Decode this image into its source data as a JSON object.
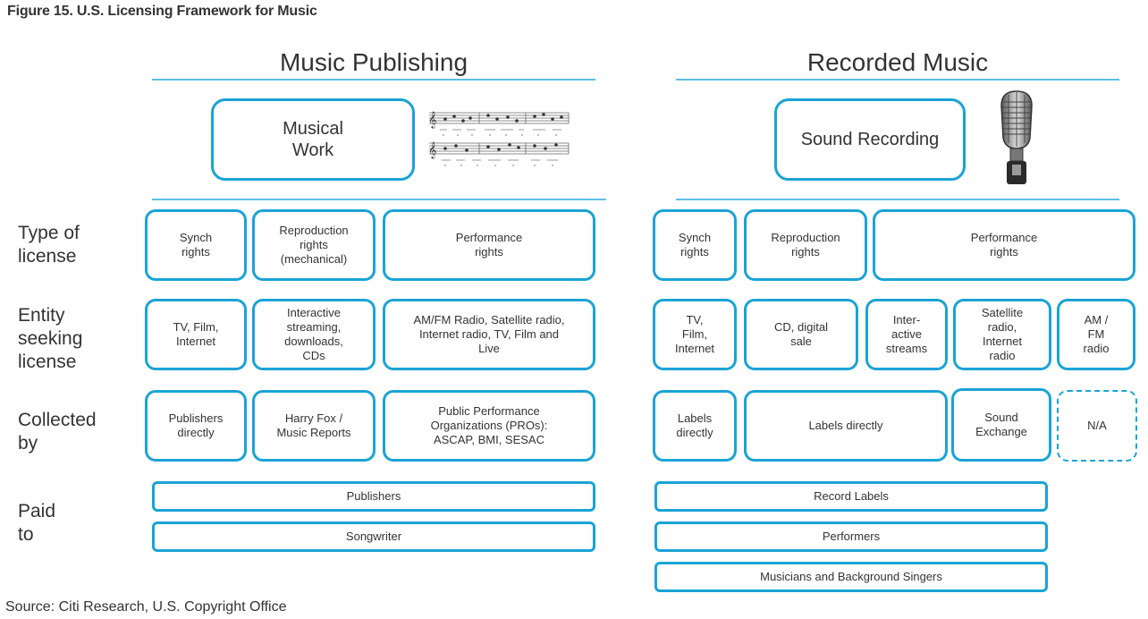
{
  "figure_title": "Figure 15. U.S. Licensing Framework for Music",
  "source": "Source: Citi Research, U.S. Copyright Office",
  "sections": {
    "publishing": {
      "title": "Music Publishing",
      "work": "Musical\nWork"
    },
    "recorded": {
      "title": "Recorded Music",
      "work": "Sound Recording"
    }
  },
  "row_labels": {
    "type": "Type of\nlicense",
    "entity": "Entity\nseeking\nlicense",
    "collected": "Collected\nby",
    "paid": "Paid\nto"
  },
  "publishing": {
    "type": [
      "Synch\nrights",
      "Reproduction\nrights\n(mechanical)",
      "Performance\nrights"
    ],
    "entity": [
      "TV, Film,\nInternet",
      "Interactive\nstreaming,\ndownloads,\nCDs",
      "AM/FM Radio, Satellite radio,\nInternet radio, TV, Film and\nLive"
    ],
    "collected": [
      "Publishers\ndirectly",
      "Harry Fox /\nMusic Reports",
      "Public Performance\nOrganizations (PROs):\nASCAP, BMI, SESAC"
    ],
    "paid": [
      "Publishers",
      "Songwriter"
    ]
  },
  "recorded": {
    "type": [
      "Synch\nrights",
      "Reproduction\nrights",
      "Performance\nrights"
    ],
    "entity": [
      "TV,\nFilm,\nInternet",
      "CD, digital\nsale",
      "Inter-\nactive\nstreams",
      "Satellite\nradio,\nInternet\nradio",
      "AM /\nFM\nradio"
    ],
    "collected": [
      "Labels\ndirectly",
      "Labels directly",
      "Sound\nExchange",
      "N/A"
    ],
    "paid": [
      "Record Labels",
      "Performers",
      "Musicians and Background Singers"
    ]
  },
  "icons": {
    "sheet_music": "sheet-music-icon",
    "microphone": "microphone-icon"
  },
  "colors": {
    "accent": "#1aa3d6",
    "rule": "#5cc0e6",
    "text": "#333333"
  }
}
